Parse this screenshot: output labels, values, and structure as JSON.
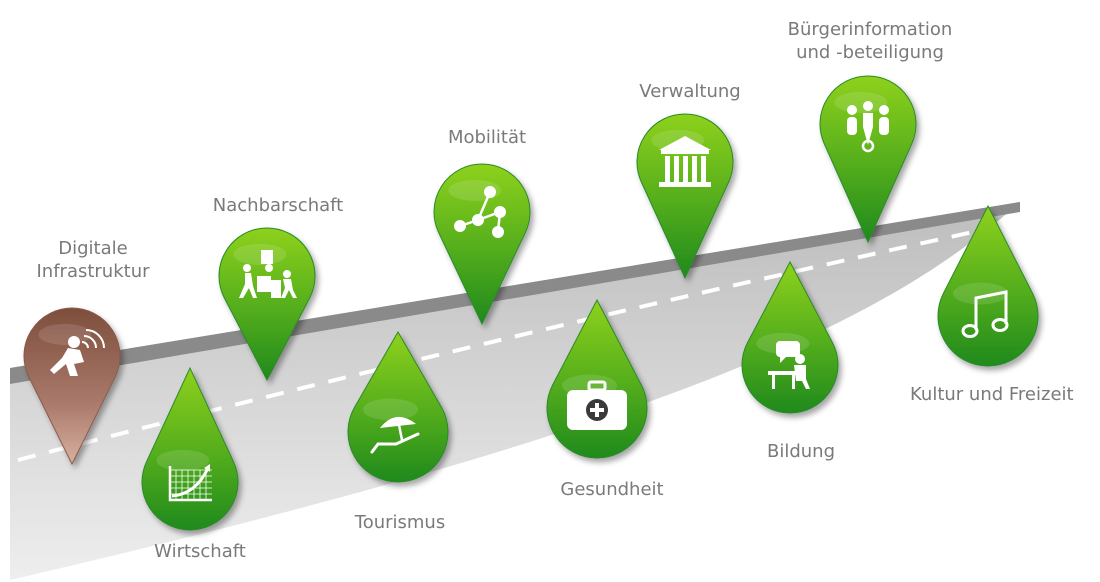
{
  "colors": {
    "pin_green_light": "#8ed11a",
    "pin_green_dark": "#1f8a1f",
    "pin_brown_light": "#d8b0a0",
    "pin_brown_dark": "#7e4e3c",
    "road": "#d0d0d0",
    "road_edge": "#7f7f7f",
    "label": "#7a7a7a"
  },
  "items": [
    {
      "key": "digital",
      "label": "Digitale\nInfrastruktur",
      "icon": "worker-wifi-icon",
      "style": "brown",
      "orientation": "down"
    },
    {
      "key": "economy",
      "label": "Wirtschaft",
      "icon": "growth-chart-icon",
      "style": "green",
      "orientation": "up"
    },
    {
      "key": "neighborhood",
      "label": "Nachbarschaft",
      "icon": "neighbors-helping-icon",
      "style": "green",
      "orientation": "down"
    },
    {
      "key": "tourism",
      "label": "Tourismus",
      "icon": "beach-umbrella-icon",
      "style": "green",
      "orientation": "up"
    },
    {
      "key": "mobility",
      "label": "Mobilität",
      "icon": "network-nodes-icon",
      "style": "green",
      "orientation": "down"
    },
    {
      "key": "health",
      "label": "Gesundheit",
      "icon": "first-aid-kit-icon",
      "style": "green",
      "orientation": "up"
    },
    {
      "key": "administration",
      "label": "Verwaltung",
      "icon": "government-building-icon",
      "style": "green",
      "orientation": "down"
    },
    {
      "key": "education",
      "label": "Bildung",
      "icon": "student-desk-icon",
      "style": "green",
      "orientation": "up"
    },
    {
      "key": "participation",
      "label": "Bürgerinformation\nund -beteiligung",
      "icon": "citizens-group-icon",
      "style": "green",
      "orientation": "down"
    },
    {
      "key": "culture",
      "label": "Kultur und Freizeit",
      "icon": "music-notes-icon",
      "style": "green",
      "orientation": "up"
    }
  ]
}
